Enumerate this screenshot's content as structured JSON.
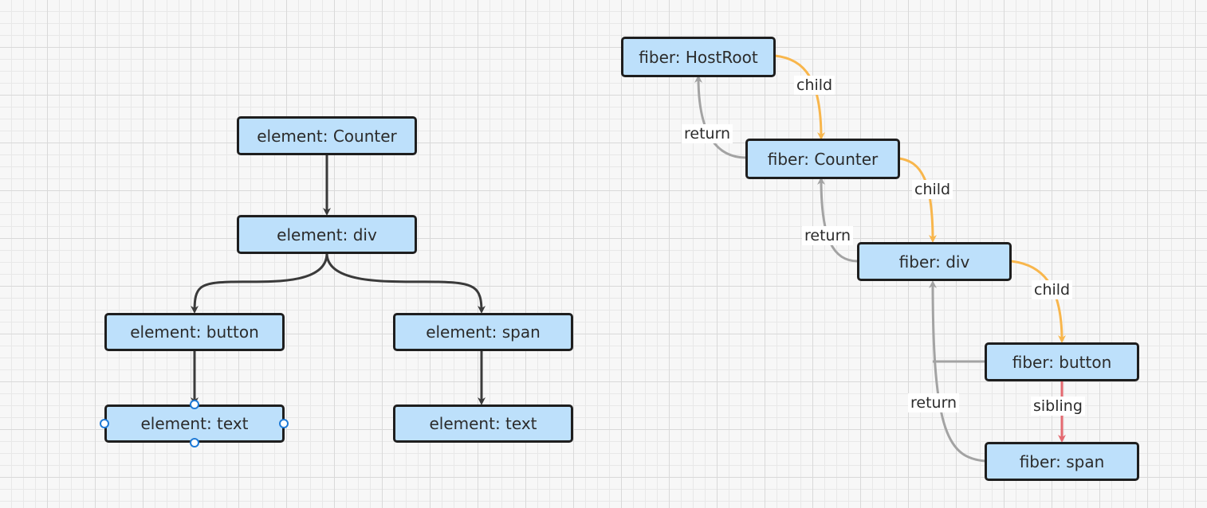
{
  "element_tree": {
    "counter": "element: Counter",
    "div": "element: div",
    "button": "element: button",
    "span": "element: span",
    "button_text": "element: text",
    "span_text": "element: text"
  },
  "fiber_tree": {
    "host_root": "fiber: HostRoot",
    "counter": "fiber: Counter",
    "div": "fiber: div",
    "button": "fiber: button",
    "span": "fiber: span"
  },
  "edge_labels": {
    "child_1": "child",
    "child_2": "child",
    "child_3": "child",
    "return_1": "return",
    "return_2": "return",
    "return_3": "return",
    "sibling": "sibling"
  },
  "colors": {
    "node_fill": "#bde0fb",
    "node_border": "#1e1e1e",
    "element_edge": "#3a3a3a",
    "child_edge": "#f8b64c",
    "return_edge": "#a3a3a3",
    "sibling_edge": "#e4686f",
    "selection_handle": "#1f7ad6"
  }
}
